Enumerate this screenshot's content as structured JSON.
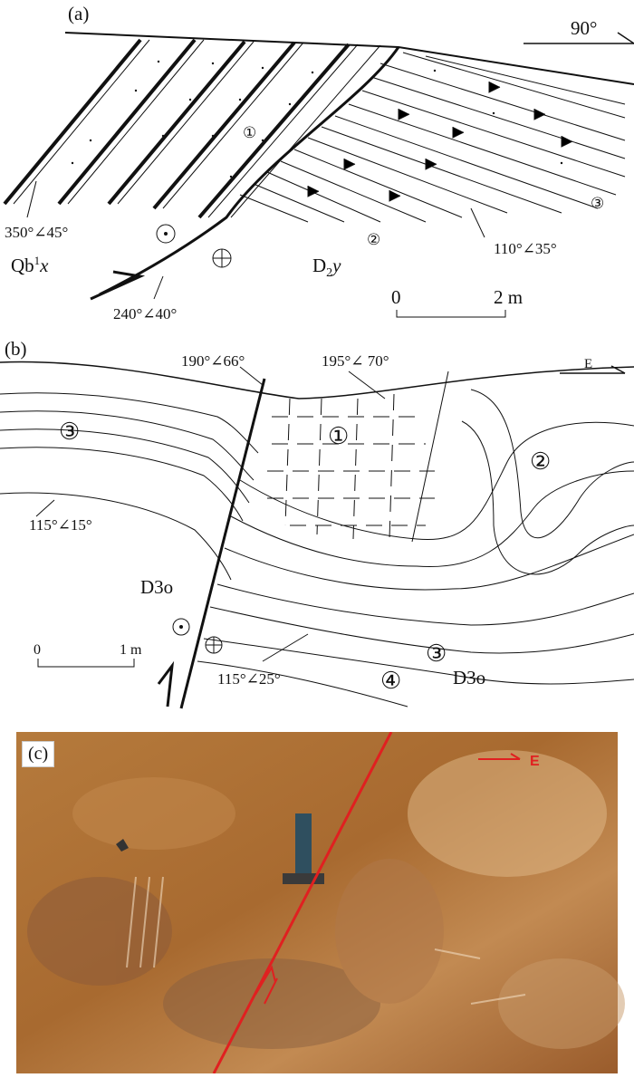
{
  "panel_a": {
    "label": "(a)",
    "direction": "90°",
    "attitudes": [
      "350°∠45°",
      "240°∠40°",
      "110°∠35°"
    ],
    "units": {
      "left": "Qb",
      "left_sup": "1",
      "left_sub": "x",
      "right": "D",
      "right_sub": "2",
      "right_tail": "y"
    },
    "zones": [
      "①",
      "②",
      "③"
    ],
    "scale": {
      "start": "0",
      "end": "2 m"
    }
  },
  "panel_b": {
    "label": "(b)",
    "direction": "E",
    "attitudes": [
      "190°∠66°",
      "195°∠ 70°",
      "115°∠15°",
      "115°∠25°"
    ],
    "units": [
      "D3o",
      "D3o"
    ],
    "zones": [
      "③",
      "①",
      "②",
      "③",
      "④"
    ],
    "scale": {
      "start": "0",
      "end": "1 m"
    }
  },
  "panel_c": {
    "label": "(c)",
    "direction": "E",
    "colors": {
      "fault_line": "#e02020",
      "rock_base": "#b06a2c",
      "rock_light": "#e0b888"
    }
  }
}
